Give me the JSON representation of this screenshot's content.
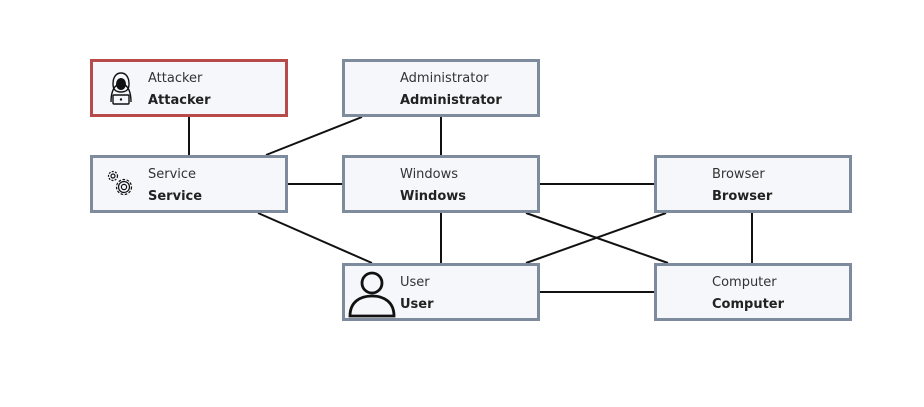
{
  "nodes": {
    "attacker": {
      "type": "Attacker",
      "name": "Attacker",
      "icon": "hacker-icon"
    },
    "administrator": {
      "type": "Administrator",
      "name": "Administrator"
    },
    "service": {
      "type": "Service",
      "name": "Service",
      "icon": "gears-icon"
    },
    "windows": {
      "type": "Windows",
      "name": "Windows"
    },
    "browser": {
      "type": "Browser",
      "name": "Browser"
    },
    "user": {
      "type": "User",
      "name": "User",
      "icon": "user-icon"
    },
    "computer": {
      "type": "Computer",
      "name": "Computer"
    }
  },
  "edges": [
    [
      "attacker",
      "service"
    ],
    [
      "administrator",
      "service"
    ],
    [
      "administrator",
      "windows"
    ],
    [
      "service",
      "windows"
    ],
    [
      "service",
      "user"
    ],
    [
      "windows",
      "browser"
    ],
    [
      "windows",
      "user"
    ],
    [
      "windows",
      "computer"
    ],
    [
      "browser",
      "user"
    ],
    [
      "browser",
      "computer"
    ],
    [
      "user",
      "computer"
    ]
  ],
  "colors": {
    "node_fill": "#f5f7fa",
    "node_border": "#7d8b9c",
    "attacker_border": "#b74b4b",
    "edge": "#111111"
  }
}
